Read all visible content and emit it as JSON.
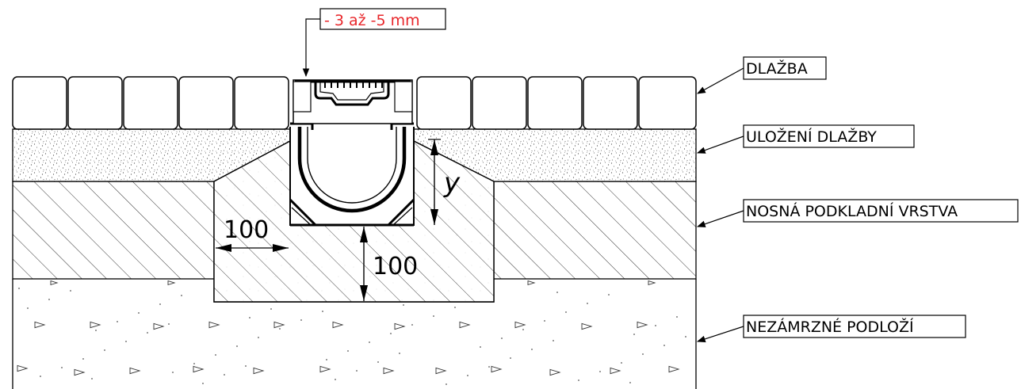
{
  "labels": {
    "dlazba": "DLAŽBA",
    "ulozeni": "ULOŽENÍ DLAŽBY",
    "nosna": "NOSNÁ PODKLADNÍ VRSTVA",
    "nezamrzne": "NEZÁMRZNÉ PODLOŽÍ"
  },
  "dimensions": {
    "offset_note": "- 3 až -5 mm",
    "side_width": "100",
    "bottom_depth": "100",
    "height_symbol": "y"
  },
  "colors": {
    "line": "#000000",
    "note_red": "#e8262a",
    "hatch": "#333333"
  }
}
